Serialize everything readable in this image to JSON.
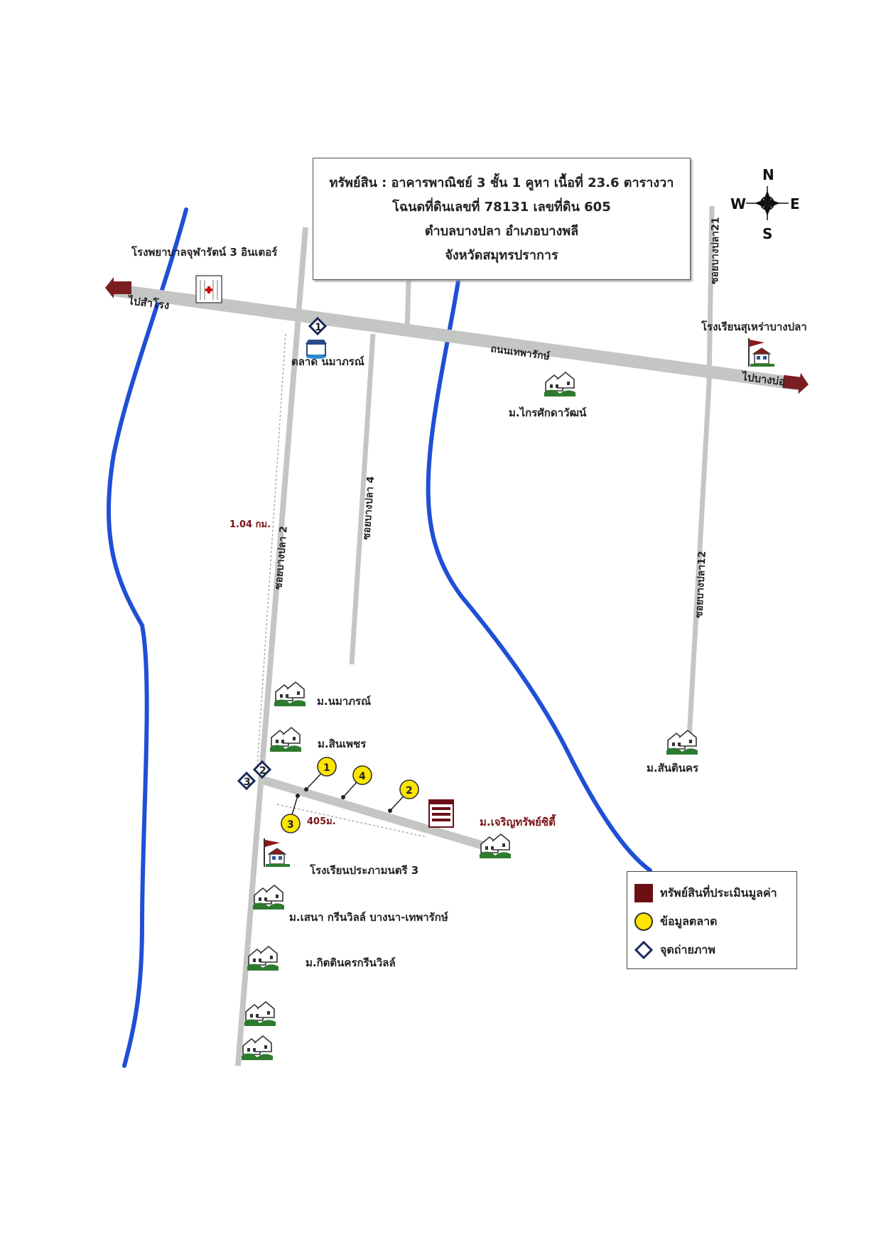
{
  "info_box": {
    "line1": "ทรัพย์สิน : อาคารพาณิชย์ 3 ชั้น 1 คูหา เนื้อที่ 23.6 ตารางวา",
    "line2": "โฉนดที่ดินเลขที่  78131 เลขที่ดิน 605",
    "line3": "ตำบลบางปลา  อำเภอบางพลี",
    "line4": "จังหวัดสมุทรปราการ"
  },
  "compass": {
    "n": "N",
    "s": "S",
    "e": "E",
    "w": "W"
  },
  "roads": {
    "main": "ถนนเทพารักษ์",
    "soi2": "ซอยบางปลา 2",
    "soi4": "ซอยบางปลา 4",
    "soi12": "ซอยบางปลา12",
    "soi21": "ซอยบางปลา21"
  },
  "directions": {
    "west": "ไปสำโรง",
    "east": "ไปบางบ่อ"
  },
  "places": {
    "hospital": "โรงพยาบาลจุฬารัตน์ 3 อินเตอร์",
    "market": "ตลาด นมาภรณ์",
    "school_east": "โรงเรียนสุเหร่าบางปลา",
    "village_krai": "ม.ไกรศักดาวัฒน์",
    "village_namaporn": "ม.นมาภรณ์",
    "village_sinpetch": "ม.สินเพชร",
    "village_santinakorn": "ม.สันตินคร",
    "village_charoen": "ม.เจริญทรัพย์ซิตี้",
    "school_south": "โรงเรียนประภามนตรี 3",
    "village_sena": "ม.เสนา กรีนวิลล์ บางนา-เทพารักษ์",
    "village_kitti": "ม.กิตตินครกรีนวิลล์"
  },
  "distances": {
    "soi2": "1.04 กม.",
    "branch": "405ม."
  },
  "markers": {
    "photo_1": "1",
    "photo_2": "2",
    "photo_3": "3",
    "market_1": "1",
    "market_2": "2",
    "market_3": "3",
    "market_4": "4"
  },
  "legend": {
    "property": "ทรัพย์สินที่ประเมินมูลค่า",
    "market_data": "ข้อมูลตลาด",
    "photo_point": "จุดถ่ายภาพ"
  },
  "colors": {
    "canal": "#1f4fd6",
    "road": "#c4c6c4",
    "property": "#6b0f14",
    "market": "#ffe600",
    "arrow": "#7a1e22",
    "house": "#2e7a2e"
  }
}
